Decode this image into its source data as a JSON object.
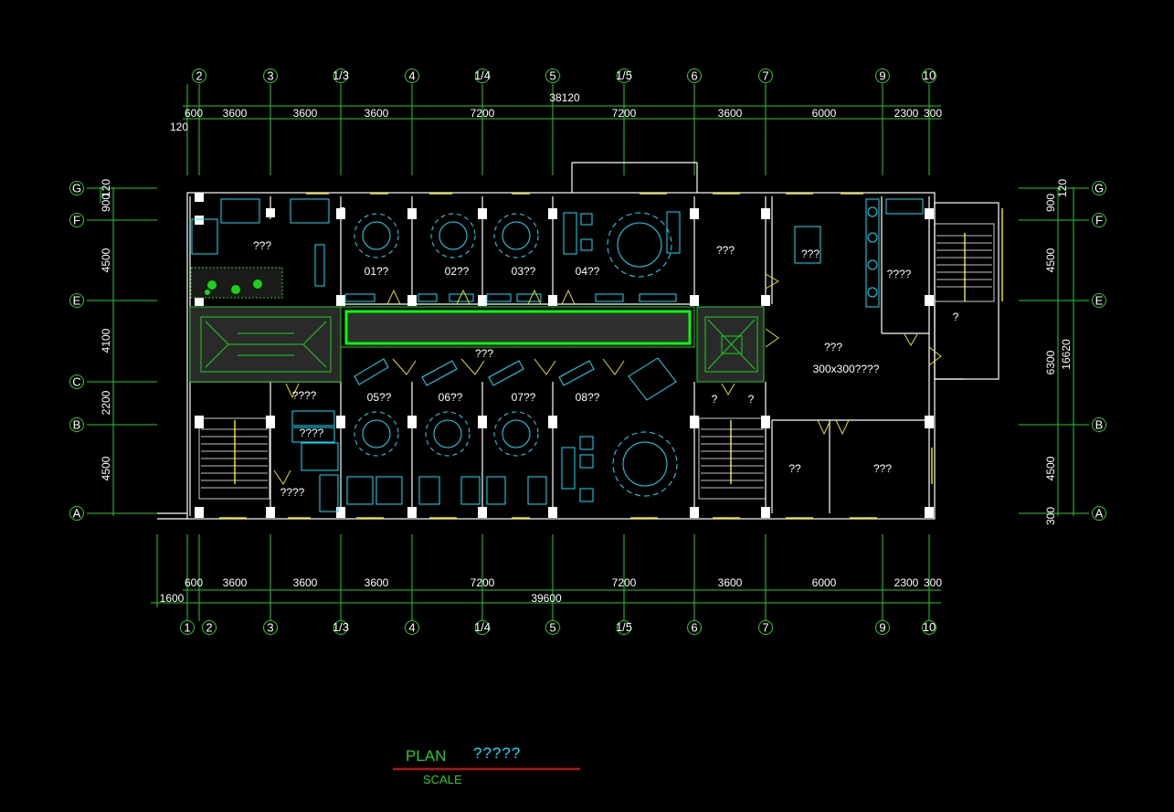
{
  "drawing": {
    "title": "PLAN",
    "subtitle": "?????",
    "scale_label": "SCALE"
  },
  "grid_top": [
    "2",
    "3",
    "1/3",
    "4",
    "1/4",
    "5",
    "1/5",
    "6",
    "7",
    "9",
    "10"
  ],
  "grid_bottom": [
    "1",
    "2",
    "3",
    "1/3",
    "4",
    "1/4",
    "5",
    "1/5",
    "6",
    "7",
    "9",
    "10"
  ],
  "grid_rows": [
    "G",
    "F",
    "E",
    "C",
    "B",
    "A"
  ],
  "dims_top": [
    "600",
    "3600",
    "3600",
    "3600",
    "7200",
    "7200",
    "3600",
    "6000",
    "2300",
    "300"
  ],
  "dims_top_total": "38120",
  "dims_top_extra": "120",
  "dims_bottom": [
    "600",
    "3600",
    "3600",
    "3600",
    "7200",
    "7200",
    "3600",
    "6000",
    "2300",
    "300"
  ],
  "dims_bottom_total": "39600",
  "dims_bottom_extra": "1600",
  "dims_left": [
    "900",
    "4500",
    "4100",
    "2200",
    "4500"
  ],
  "dims_left_extra": "120",
  "dims_right": [
    "900",
    "4500",
    "6300",
    "4500",
    "300"
  ],
  "dims_right_extra": "120",
  "dims_right_total": "16620",
  "rooms": {
    "hall": "???",
    "r01": "01??",
    "r02": "02??",
    "r03": "03??",
    "r04": "04??",
    "r05": "05??",
    "r06": "06??",
    "r07": "07??",
    "r08": "08??",
    "corridor": "???",
    "office": "???",
    "bar": "???",
    "store": "????",
    "lobby": "???",
    "lobby_note": "300x300????",
    "wc_a": "????",
    "wc_b": "????",
    "wc_c": "????",
    "small_a": "??",
    "small_b": "???",
    "stair_q1": "?",
    "stair_q2": "?",
    "stair_q3": "?"
  },
  "colors": {
    "background": "#000000",
    "axis": "#1bd21b",
    "wall": "#ffffff",
    "furniture": "#00e5ff",
    "window": "#e8e000",
    "rule": "#e00000"
  }
}
